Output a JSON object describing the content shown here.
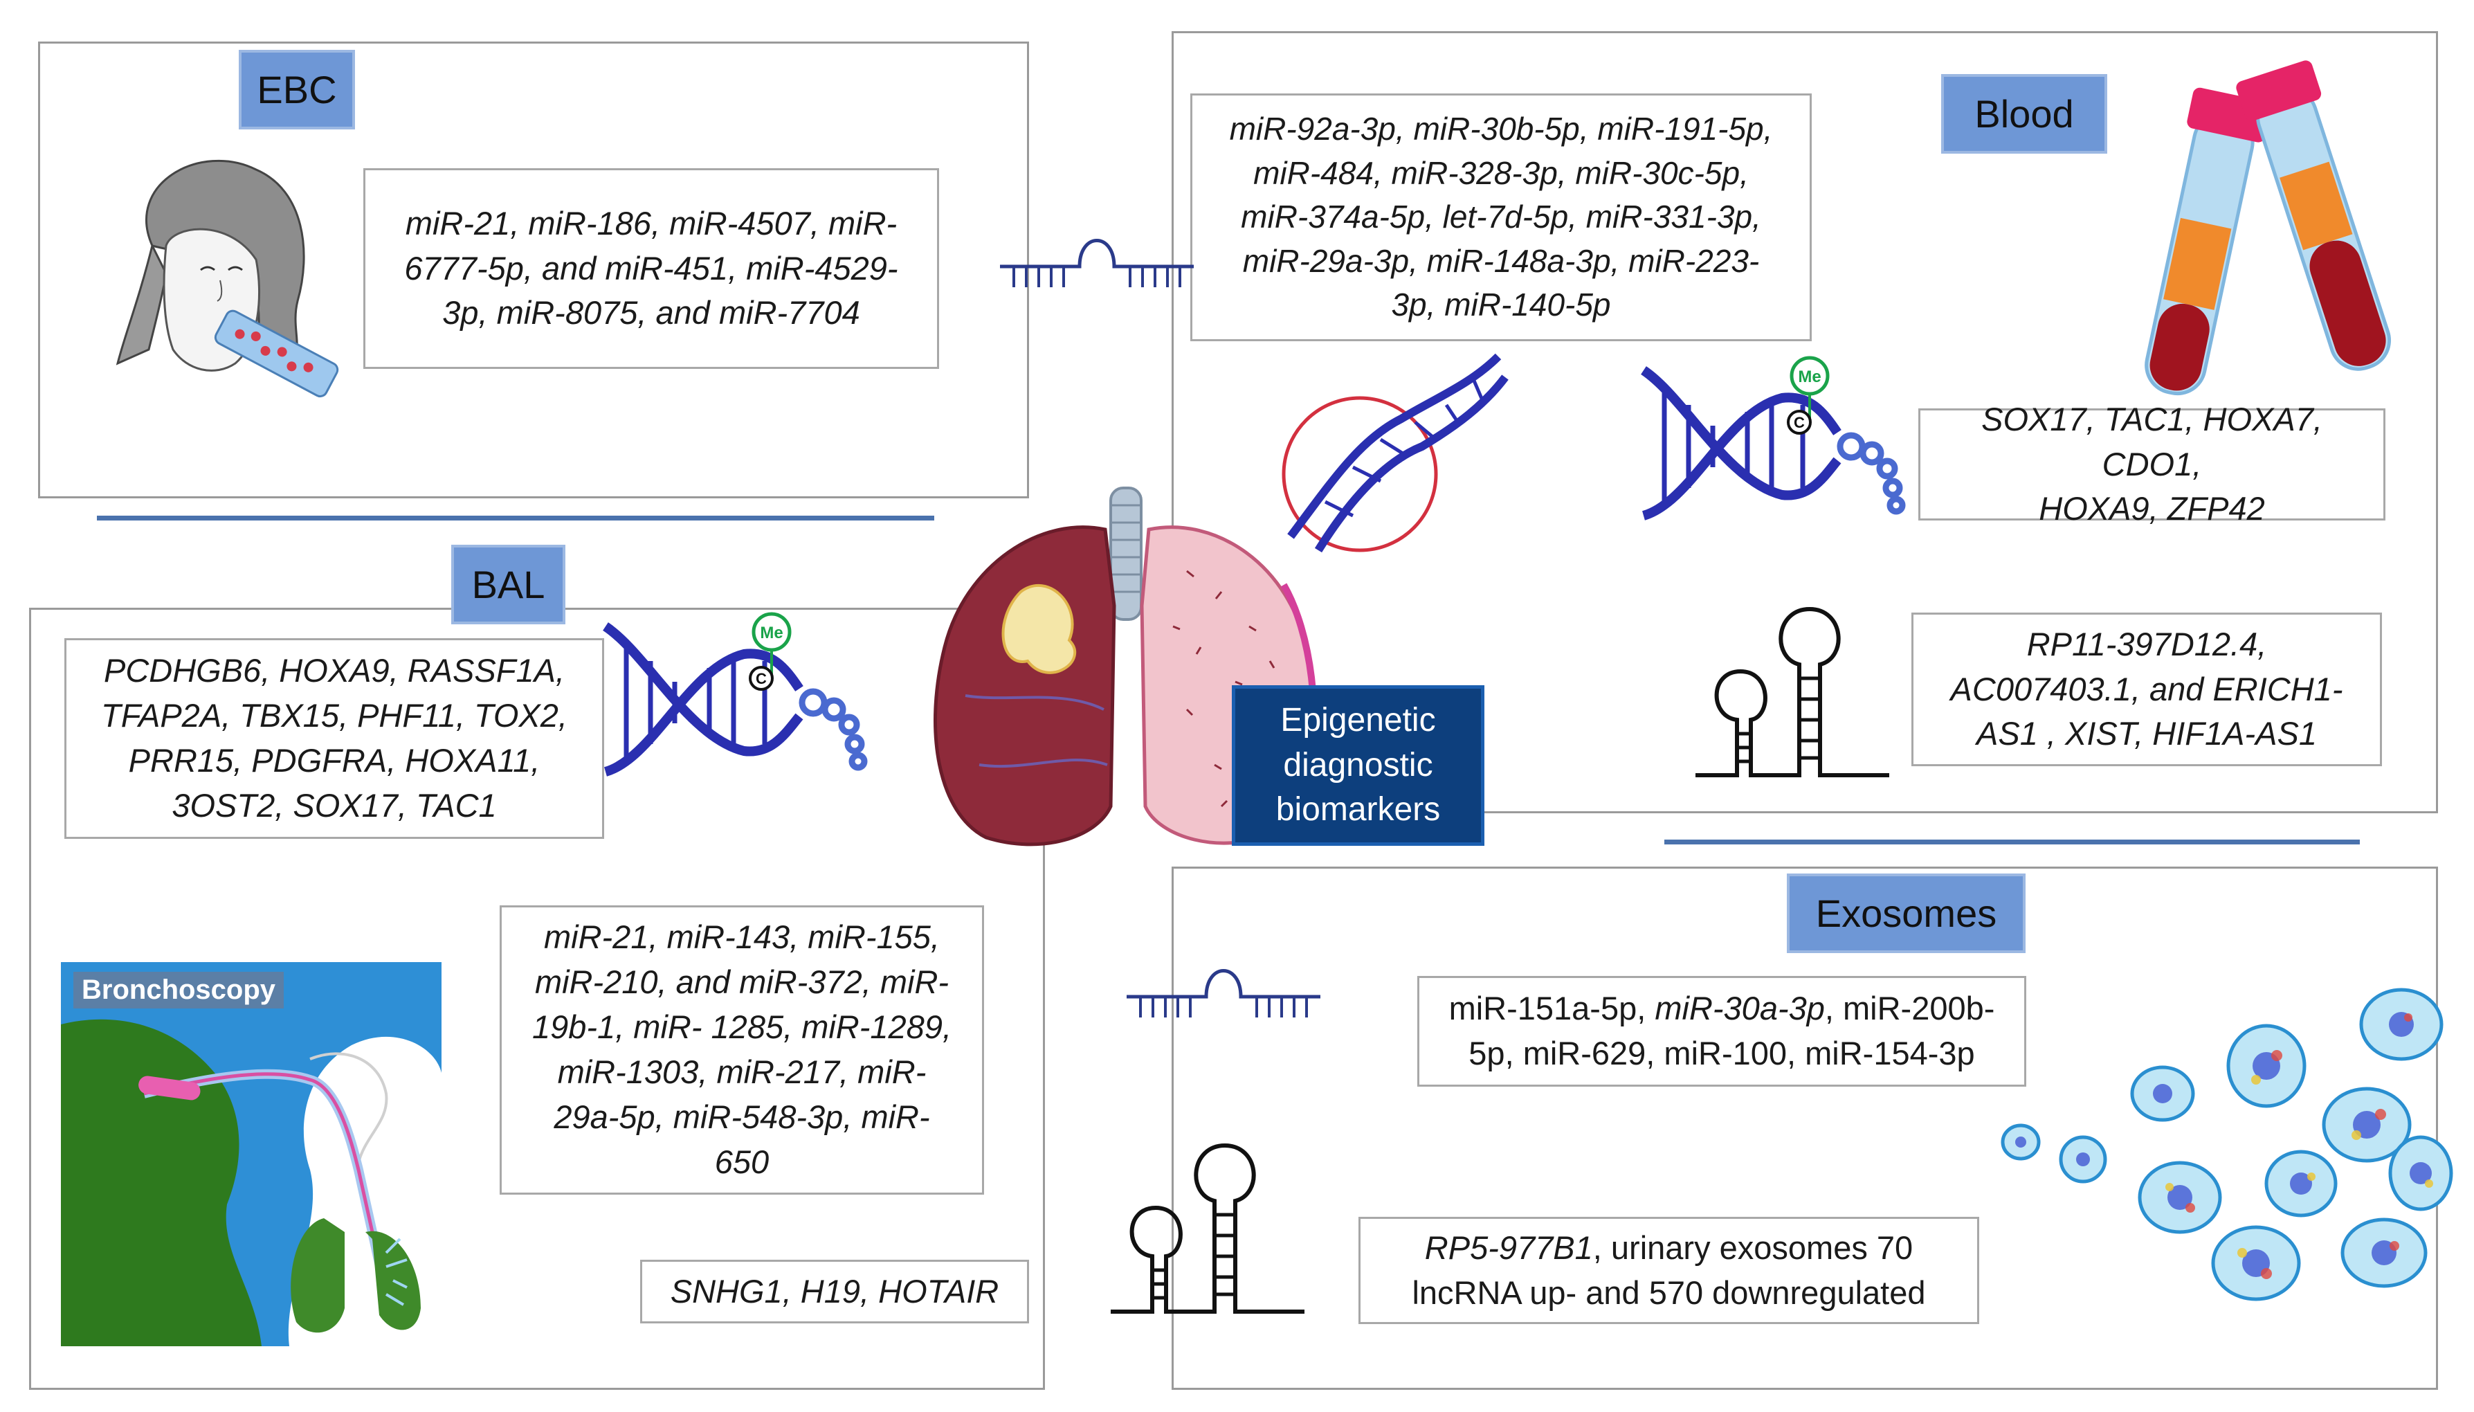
{
  "center": {
    "label": "Epigenetic\ndiagnostic\nbiomarkers"
  },
  "ebc": {
    "tag": "EBC",
    "mirna": "miR-21, miR-186, miR-4507, miR-\n6777-5p, and miR-451, miR-4529-\n3p, miR-8075, and miR-7704"
  },
  "blood": {
    "tag": "Blood",
    "mirna": "miR-92a-3p, miR-30b-5p, miR-191-5p,\nmiR-484, miR-328-3p, miR-30c-5p,\nmiR-374a-5p, let-7d-5p, miR-331-3p,\nmiR-29a-3p, miR-148a-3p, miR-223-\n3p, miR-140-5p",
    "methylation": "SOX17, TAC1, HOXA7, CDO1,\nHOXA9, ZFP42",
    "lncrna": "RP11-397D12.4,\nAC007403.1, and ERICH1-\nAS1 , XIST, HIF1A-AS1"
  },
  "bal": {
    "tag": "BAL",
    "methylation": "PCDHGB6, HOXA9, RASSF1A,\nTFAP2A, TBX15, PHF11, TOX2,\nPRR15,  PDGFRA, HOXA11,\n3OST2, SOX17, TAC1",
    "mirna": "miR-21, miR-143, miR-155,\nmiR-210, and miR-372, miR-\n19b-1, miR- 1285, miR-1289,\nmiR-1303, miR-217, miR-\n29a-5p, miR-548-3p, miR-\n650",
    "lncrna": "SNHG1, H19, HOTAIR",
    "bronchoscopy_label": "Bronchoscopy"
  },
  "exosomes": {
    "tag": "Exosomes",
    "mirna_parts": [
      "miR-151a-5p, ",
      "miR-30a-3p",
      ", miR-200b-\n5p, miR-629, miR-100, miR-154-3p"
    ],
    "lncrna_italic": "RP5-977B1",
    "lncrna_rest": ", urinary exosomes 70\nlncRNA up- and 570 downregulated"
  },
  "icons": {
    "methyl_mark": "Me",
    "cytosine_mark": "C"
  },
  "colors": {
    "tag_fill": "#6e97d6",
    "center_fill": "#0d3f7d",
    "dna_blue": "#2a2fb0",
    "rule_blue": "#4a72ad",
    "tube_red": "#a0141f",
    "lung_red": "#8e2a3a"
  }
}
